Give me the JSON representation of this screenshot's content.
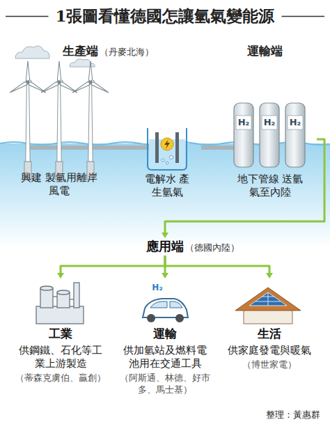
{
  "diagram": {
    "title": "1張圖看懂德國怎讓氫氣變能源",
    "nodes": [
      {
        "text": [
          "興建 製氫用離岸風電"
        ]
      },
      {
        "text": [
          "電解水 產生氫氣"
        ]
      },
      {
        "text": [
          "地下管線 送氫氣至內陸"
        ]
      },
      {
        "text": [
          "應用端",
          "（德國內陸）"
        ]
      },
      {
        "text": [
          "工業",
          "供鋼鐵、石化等工業上游製造",
          "（蒂森克虜伯、贏創）"
        ]
      },
      {
        "text": [
          "運輸",
          "供加氫站及燃料電池用在交通工具",
          "（阿斯通、林德、好市多、馬士基）"
        ]
      },
      {
        "text": [
          "生活",
          "供家庭發電與暖氣",
          "（博世家電）"
        ]
      }
    ],
    "edges": [
      {
        "from": 0,
        "to": 1,
        "arrow": "none"
      },
      {
        "from": 1,
        "to": 2,
        "arrow": "none"
      },
      {
        "from": 2,
        "to": 3,
        "arrow": "to"
      },
      {
        "from": 3,
        "to": 4,
        "arrow": "to"
      },
      {
        "from": 3,
        "to": 5,
        "arrow": "to"
      },
      {
        "from": 3,
        "to": 6,
        "arrow": "to"
      }
    ],
    "labels": [
      "生產端",
      "（丹麥北海）",
      "運輸端",
      "H₂",
      "H₂",
      "H₂",
      "H₂",
      "整理：黃惠群"
    ]
  }
}
